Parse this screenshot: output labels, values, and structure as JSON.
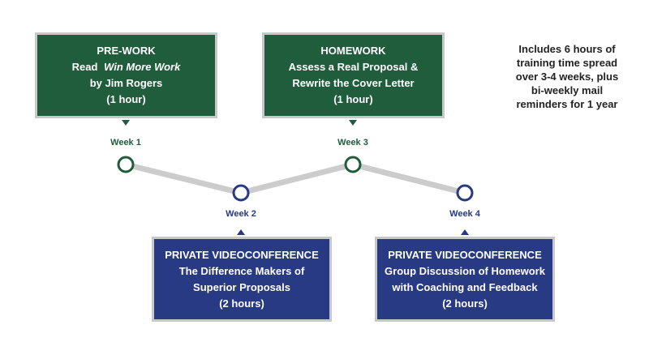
{
  "boxes": {
    "prework": {
      "title": "PRE-WORK",
      "line1_prefix": "Read",
      "line1_italic": "Win More Work",
      "line2": "by Jim Rogers",
      "line3": "(1 hour)"
    },
    "homework": {
      "title": "HOMEWORK",
      "line1": "Assess a Real Proposal &",
      "line2": "Rewrite the Cover Letter",
      "line3": "(1 hour)"
    },
    "video1": {
      "title": "PRIVATE VIDEOCONFERENCE",
      "line1": "The Difference Makers of",
      "line2": "Superior Proposals",
      "line3": "(2 hours)"
    },
    "video2": {
      "title": "PRIVATE VIDEOCONFERENCE",
      "line1": "Group Discussion of Homework",
      "line2": "with Coaching and Feedback",
      "line3": "(2 hours)"
    }
  },
  "weeks": {
    "w1": "Week 1",
    "w2": "Week 2",
    "w3": "Week 3",
    "w4": "Week 4"
  },
  "note": {
    "line1": "Includes 6 hours of",
    "line2": "training time spread",
    "line3": "over 3-4 weeks, plus",
    "line4": "bi-weekly mail",
    "line5": "reminders for 1 year"
  },
  "colors": {
    "green": "#1f5d3c",
    "navy": "#283a84",
    "connector": "#cccccc",
    "box_border": "#c8c8c8"
  }
}
